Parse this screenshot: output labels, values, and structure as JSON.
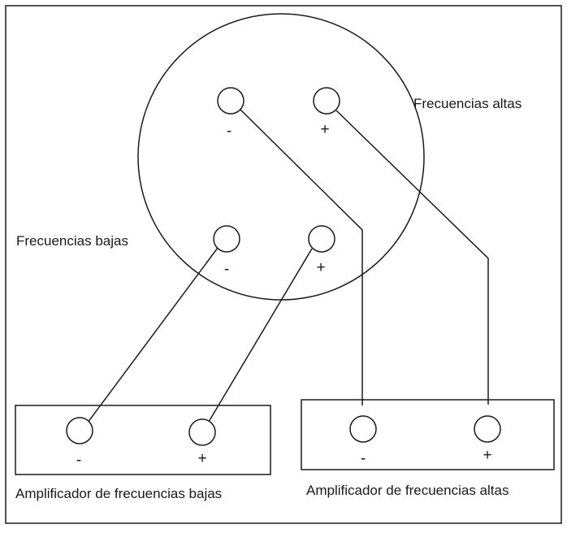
{
  "labels": {
    "high_freq": "Frecuencias altas",
    "low_freq": "Frecuencias bajas",
    "amp_low": "Amplificador de frecuencias bajas",
    "amp_high": "Amplificador de frecuencias altas"
  },
  "signs": {
    "minus": "-",
    "plus": "+"
  },
  "colors": {
    "stroke": "#1a1a1a",
    "background": "#ffffff"
  }
}
